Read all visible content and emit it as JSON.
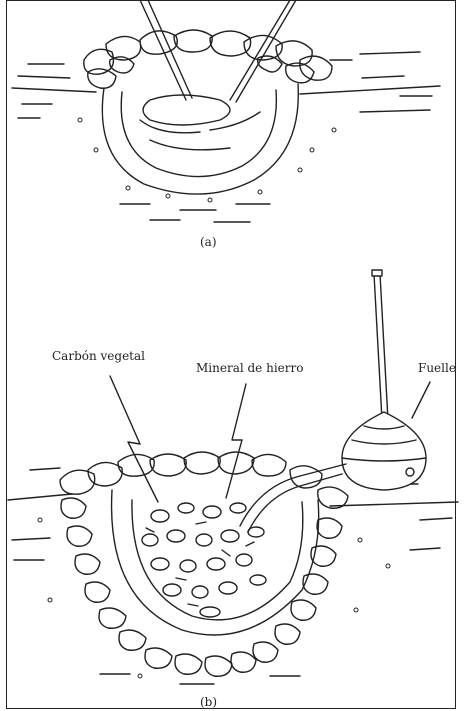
{
  "figure_a": {
    "caption": "(a)"
  },
  "figure_b": {
    "caption": "(b)",
    "labels": {
      "charcoal": "Carbón vegetal",
      "iron_ore": "Mineral de hierro",
      "bellows": "Fuelle"
    }
  },
  "colors": {
    "ink": "#222222",
    "background": "#ffffff"
  }
}
